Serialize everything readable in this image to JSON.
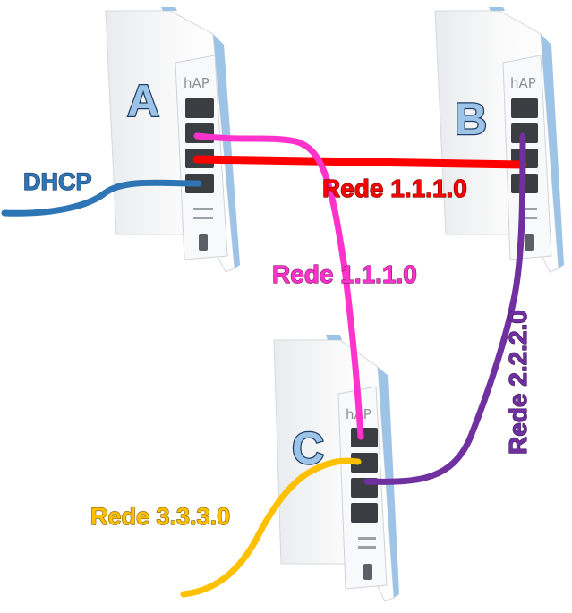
{
  "routers": [
    {
      "id": "A",
      "label": "A",
      "brand": "hAP"
    },
    {
      "id": "B",
      "label": "B",
      "brand": "hAP"
    },
    {
      "id": "C",
      "label": "C",
      "brand": "hAP"
    }
  ],
  "connections": [
    {
      "id": "dhcp",
      "label": "DHCP",
      "color": "#2e75b6",
      "from": "A",
      "to": "external"
    },
    {
      "id": "red-link",
      "label": "Rede 1.1.1.0",
      "color": "#ff0000",
      "from": "A",
      "to": "B"
    },
    {
      "id": "pink-link",
      "label": "Rede 1.1.1.0",
      "color": "#ff33cc",
      "from": "A",
      "to": "C"
    },
    {
      "id": "purple-link",
      "label": "Rede 2.2.2.0",
      "color": "#7030a0",
      "from": "B",
      "to": "C"
    },
    {
      "id": "yellow-link",
      "label": "Rede 3.3.3.0",
      "color": "#ffc000",
      "from": "C",
      "to": "external"
    }
  ],
  "colors": {
    "router_body": "#f4f4f4",
    "router_edge": "#9dc3e6",
    "router_label": "#9dc3e6"
  }
}
